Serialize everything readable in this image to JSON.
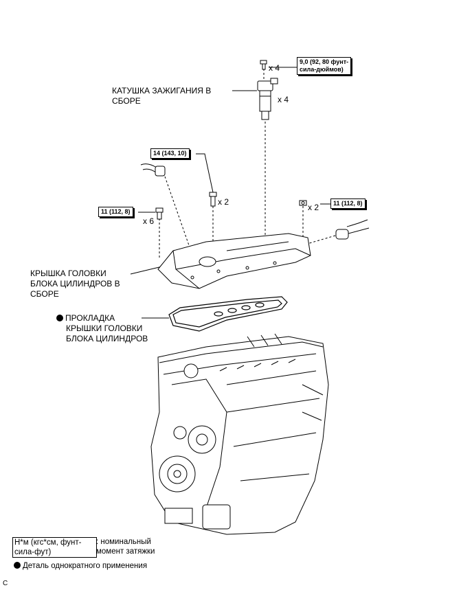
{
  "labels": {
    "ignition_coil": [
      "КАТУШКА ЗАЖИГАНИЯ В",
      "СБОРЕ"
    ],
    "head_cover": [
      "КРЫШКА ГОЛОВКИ",
      "БЛОКА ЦИЛИНДРОВ В",
      "СБОРЕ"
    ],
    "gasket": [
      "ПРОКЛАДКА",
      "КРЫШКИ ГОЛОВКИ",
      "БЛОКА ЦИЛИНДРОВ"
    ]
  },
  "torque": {
    "coil_bolt": [
      "9,0 (92, 80 фунт-",
      "сила-дюймов)"
    ],
    "center_bolt": "14 (143, 10)",
    "left_bolt": "11 (112, 8)",
    "right_nut": "11 (112, 8)"
  },
  "quantities": {
    "coil_bolt": "x 4",
    "coil": "x 4",
    "center_bolt": "x 2",
    "left_bolt": "x 6",
    "right_nut": "x 2"
  },
  "legend": {
    "torque_unit": [
      "Н*м (кгс*см, фунт-",
      "сила-фут)"
    ],
    "torque_desc": [
      ": номинальный",
      "момент затяжки"
    ],
    "non_reusable": "Деталь однократного применения"
  },
  "figure_code": "C"
}
